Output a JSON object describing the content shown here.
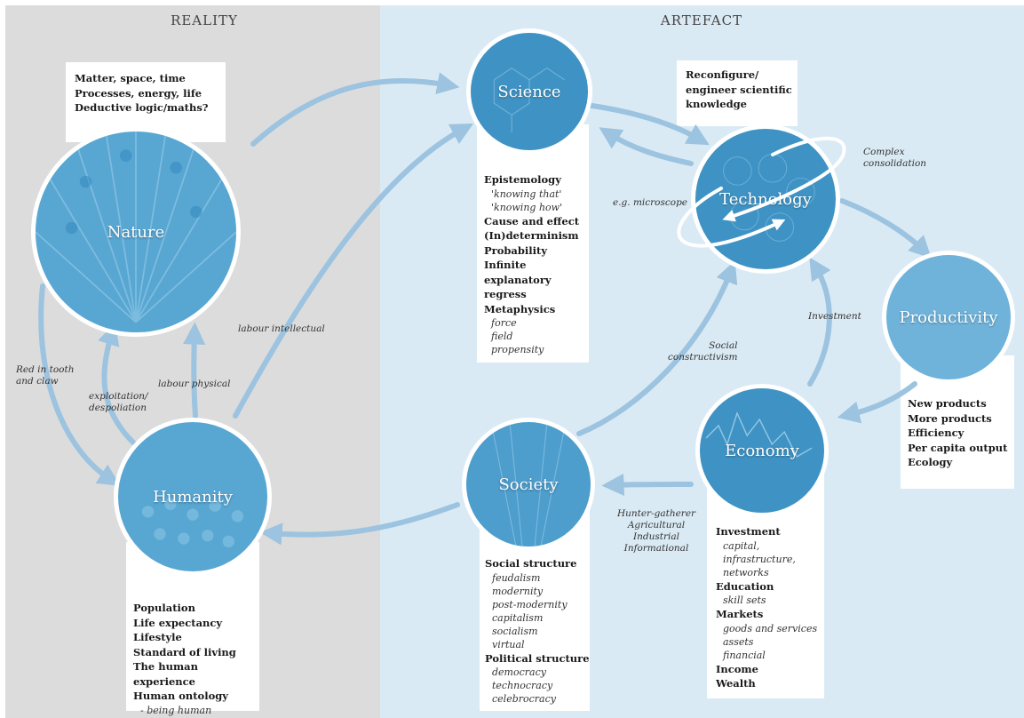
{
  "sections": {
    "reality": "REALITY",
    "artefact": "ARTEFACT"
  },
  "nodes": {
    "nature": "Nature",
    "science": "Science",
    "technology": "Technology",
    "productivity": "Productivity",
    "economy": "Economy",
    "society": "Society",
    "humanity": "Humanity"
  },
  "nature_card": [
    "Matter, space, time",
    "Processes, energy, life",
    "Deductive logic/maths?"
  ],
  "technology_card": [
    "Reconfigure/",
    "engineer scientific",
    "knowledge"
  ],
  "science_card": [
    {
      "t": "Epistemology",
      "s": "b"
    },
    {
      "t": "'knowing that'",
      "s": "i"
    },
    {
      "t": "'knowing how'",
      "s": "i"
    },
    {
      "t": "Cause and effect",
      "s": "b"
    },
    {
      "t": "(In)determinism",
      "s": "b"
    },
    {
      "t": "Probability",
      "s": "b"
    },
    {
      "t": "Infinite",
      "s": "b"
    },
    {
      "t": "explanatory",
      "s": "b"
    },
    {
      "t": "regress",
      "s": "b"
    },
    {
      "t": "Metaphysics",
      "s": "b"
    },
    {
      "t": "force",
      "s": "i"
    },
    {
      "t": "field",
      "s": "i"
    },
    {
      "t": "propensity",
      "s": "i"
    }
  ],
  "productivity_card": [
    "New products",
    "More products",
    "Efficiency",
    "Per capita output",
    "Ecology"
  ],
  "economy_card": [
    {
      "t": "Investment",
      "s": "b"
    },
    {
      "t": "capital,",
      "s": "i"
    },
    {
      "t": "infrastructure,",
      "s": "i"
    },
    {
      "t": "networks",
      "s": "i"
    },
    {
      "t": "Education",
      "s": "b"
    },
    {
      "t": "skill sets",
      "s": "i"
    },
    {
      "t": "Markets",
      "s": "b"
    },
    {
      "t": "goods and services",
      "s": "i"
    },
    {
      "t": "assets",
      "s": "i"
    },
    {
      "t": "financial",
      "s": "i"
    },
    {
      "t": "Income",
      "s": "b"
    },
    {
      "t": "Wealth",
      "s": "b"
    }
  ],
  "society_card": [
    {
      "t": "Social structure",
      "s": "b"
    },
    {
      "t": "feudalism",
      "s": "i"
    },
    {
      "t": "modernity",
      "s": "i"
    },
    {
      "t": "post-modernity",
      "s": "i"
    },
    {
      "t": "capitalism",
      "s": "i"
    },
    {
      "t": "socialism",
      "s": "i"
    },
    {
      "t": "virtual",
      "s": "i"
    },
    {
      "t": "Political structure",
      "s": "b"
    },
    {
      "t": "democracy",
      "s": "i"
    },
    {
      "t": "technocracy",
      "s": "i"
    },
    {
      "t": "celebrocracy",
      "s": "i"
    }
  ],
  "humanity_card": [
    {
      "t": "Population",
      "s": "b"
    },
    {
      "t": "Life expectancy",
      "s": "b"
    },
    {
      "t": "Lifestyle",
      "s": "b"
    },
    {
      "t": "Standard of living",
      "s": "b"
    },
    {
      "t": "The human experience",
      "s": "b"
    },
    {
      "t": "Human ontology",
      "s": "b"
    },
    {
      "t": "- being human",
      "s": "i"
    }
  ],
  "edge_labels": {
    "red_in_tooth": [
      "Red in tooth",
      "and claw"
    ],
    "exploitation": [
      "exploitation/",
      "despoliation"
    ],
    "labour_physical": "labour physical",
    "labour_intellectual": "labour intellectual",
    "microscope": "e.g. microscope",
    "complex": [
      "Complex",
      "consolidation"
    ],
    "investment": "Investment",
    "social_constructivism": [
      "Social",
      "constructivism"
    ],
    "hunter": [
      "Hunter-gatherer",
      "Agricultural",
      "Industrial",
      "Informational"
    ]
  },
  "colors": {
    "reality_bg": "#dcdcdc",
    "artefact_bg": "#daeaf4",
    "arrow": "#9cc3df",
    "node": "#3f93c4"
  }
}
